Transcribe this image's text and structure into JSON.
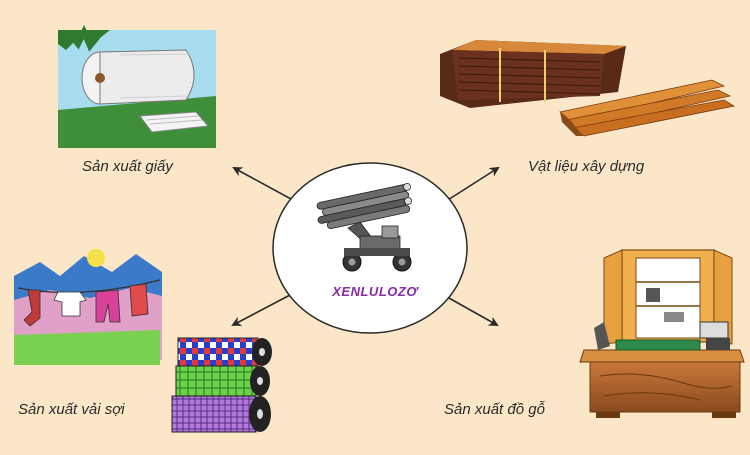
{
  "center": {
    "label": "XENLULOZƠ",
    "label_color": "#8a2aa6",
    "icon": "log-loader-truck-icon"
  },
  "applications": [
    {
      "label": "Sản xuất giấy",
      "icon": "paper-roll-icon"
    },
    {
      "label": "Vật liệu xây dựng",
      "icon": "lumber-planks-icon"
    },
    {
      "label": "Sản xuất vải sợi",
      "icon": "textile-fabric-icon"
    },
    {
      "label": "Sản xuất đồ gỗ",
      "icon": "wooden-furniture-icon"
    }
  ],
  "colors": {
    "background": "#fbe7c8",
    "arrow": "#2a2a2a",
    "center_circle": "#ffffff"
  }
}
